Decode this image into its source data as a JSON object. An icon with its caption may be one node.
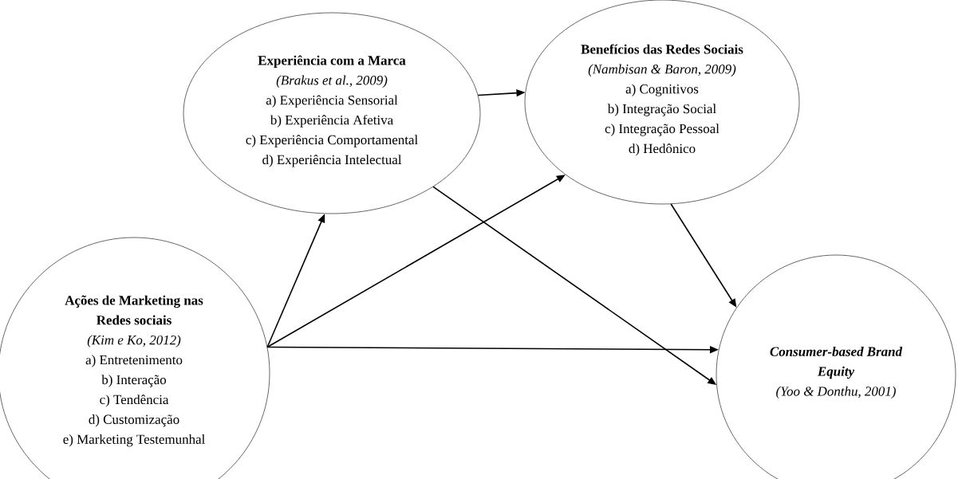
{
  "diagram": {
    "nodes": [
      {
        "text": [
          "Ações de Marketing nas Redes sociais",
          "(Kim e Ko, 2012)",
          "a) Entretenimento",
          "b) Interação",
          "c) Tendência",
          "d) Customização",
          "e) Marketing Testemunhal"
        ]
      },
      {
        "text": [
          "Experiência com a Marca",
          "(Brakus et al., 2009)",
          "a) Experiência Sensorial",
          "b) Experiência Afetiva",
          "c) Experiência Comportamental",
          "d) Experiência Intelectual"
        ]
      },
      {
        "text": [
          "Benefícios das Redes Sociais",
          "(Nambisan & Baron, 2009)",
          "a) Cognitivos",
          "b) Integração Social",
          "c) Integração Pessoal",
          "d) Hedônico"
        ]
      },
      {
        "text": [
          "Consumer-based Brand Equity",
          "(Yoo & Donthu, 2001)"
        ]
      }
    ],
    "edges": [
      {
        "from": 1,
        "to": 2,
        "arrow": "to"
      },
      {
        "from": 0,
        "to": 1,
        "arrow": "to"
      },
      {
        "from": 0,
        "to": 2,
        "arrow": "to"
      },
      {
        "from": 0,
        "to": 3,
        "arrow": "to"
      },
      {
        "from": 1,
        "to": 3,
        "arrow": "to"
      },
      {
        "from": 2,
        "to": 3,
        "arrow": "to"
      }
    ]
  }
}
